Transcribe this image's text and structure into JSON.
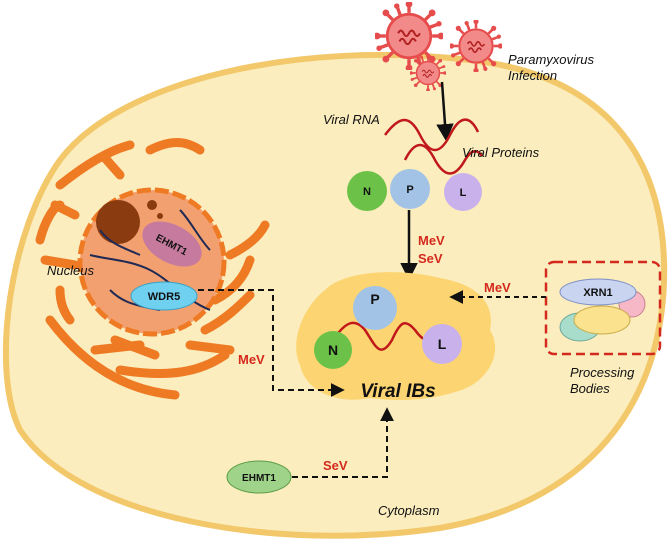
{
  "labels": {
    "infection": [
      "Paramyxovirus",
      "Infection"
    ],
    "viral_rna": "Viral RNA",
    "viral_proteins": "Viral Proteins",
    "nucleus": "Nucleus",
    "ehmt1_nuclear": "EHMT1",
    "wdr5": "WDR5",
    "n": "N",
    "p": "P",
    "l": "L",
    "n_ib": "N",
    "p_ib": "P",
    "l_ib": "L",
    "mev_sev": [
      "MeV",
      "SeV"
    ],
    "mev_pb": "MeV",
    "mev_wdr5": "MeV",
    "sev_ehmt1": "SeV",
    "viral_ibs": "Viral IBs",
    "xrn1": "XRN1",
    "processing_bodies": [
      "Processing",
      "Bodies"
    ],
    "ehmt1_cyto": "EHMT1",
    "cytoplasm": "Cytoplasm"
  },
  "colors": {
    "cell": "#fbedbe",
    "cell_border": "#f2c86a",
    "er": "#ef7a24",
    "nucleus": "#f3a070",
    "ib": "#fcd572",
    "n": "#6cc248",
    "p": "#a2c3e6",
    "l": "#c9b2eb",
    "ehmt1": "#c57a9e",
    "wdr5": "#6fd1ef",
    "virus": "#e64c4c",
    "red_text": "#d42a1e"
  }
}
